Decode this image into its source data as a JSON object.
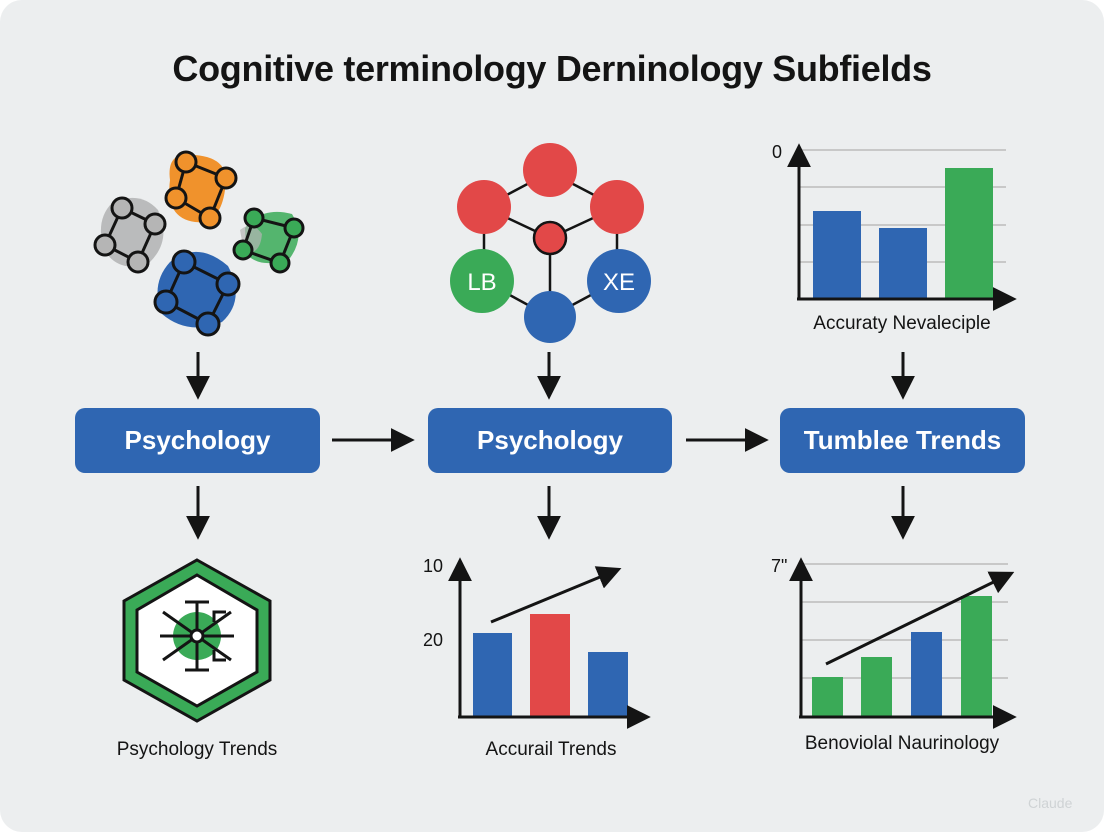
{
  "title": "Cognitive terminology Derninology Subfields",
  "nodes": [
    {
      "label": "Psychology"
    },
    {
      "label": "Psychology"
    },
    {
      "label": "Tumblee Trends"
    }
  ],
  "network": {
    "left_label": "LB",
    "right_label": "XE"
  },
  "charts": {
    "top_right": {
      "caption": "Accuraty Nevaleciple",
      "tick_label": "0",
      "bar_colors": [
        "#2f66b2",
        "#2f66b2",
        "#3aaa57"
      ]
    },
    "bottom_middle": {
      "caption": "Accurail Trends",
      "tick_labels": [
        "10",
        "20"
      ],
      "bar_colors": [
        "#2f66b2",
        "#e24848",
        "#2f66b2"
      ]
    },
    "bottom_right": {
      "caption": "Benoviolal Naurinology",
      "tick_label": "7\"",
      "bar_colors": [
        "#3aaa57",
        "#3aaa57",
        "#2f66b2",
        "#3aaa57"
      ]
    }
  },
  "bottom_left": {
    "caption": "Psychology Trends"
  },
  "watermark": "Claude",
  "colors": {
    "blue": "#2f66b2",
    "red": "#e24848",
    "green": "#3aaa57",
    "orange": "#f0922c",
    "gray": "#9a9a9a"
  }
}
